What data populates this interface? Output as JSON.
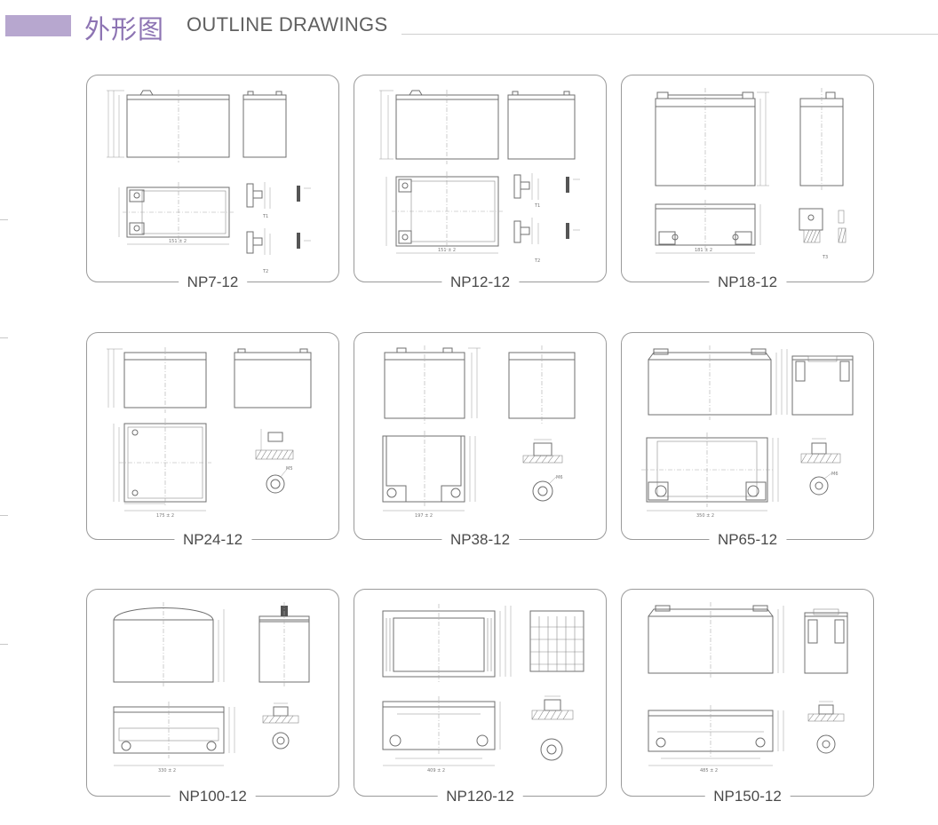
{
  "header": {
    "title_cn": "外形图",
    "title_en": "OUTLINE DRAWINGS"
  },
  "colors": {
    "accent": "#8d74b3",
    "accent_bar": "#b7a7cf",
    "border": "#9a9a9a"
  },
  "panels": [
    {
      "id": "np7-12",
      "model": "NP7-12",
      "dims": [
        "151 ± 2"
      ],
      "terminals": [
        "T1",
        "T2"
      ]
    },
    {
      "id": "np12-12",
      "model": "NP12-12",
      "dims": [
        "151 ± 2"
      ],
      "terminals": [
        "T1",
        "T2"
      ]
    },
    {
      "id": "np18-12",
      "model": "NP18-12",
      "dims": [
        "181 ± 2"
      ],
      "terminals": [
        "T3"
      ]
    },
    {
      "id": "np24-12",
      "model": "NP24-12",
      "dims": [
        "175 ± 2",
        "M5"
      ],
      "terminals": []
    },
    {
      "id": "np38-12",
      "model": "NP38-12",
      "dims": [
        "197 ± 2",
        "M6"
      ],
      "terminals": []
    },
    {
      "id": "np65-12",
      "model": "NP65-12",
      "dims": [
        "350 ± 2",
        "M6"
      ],
      "terminals": []
    },
    {
      "id": "np100-12",
      "model": "NP100-12",
      "dims": [
        "330 ± 2"
      ],
      "terminals": []
    },
    {
      "id": "np120-12",
      "model": "NP120-12",
      "dims": [
        "409 ± 2"
      ],
      "terminals": []
    },
    {
      "id": "np150-12",
      "model": "NP150-12",
      "dims": [
        "485 ± 2"
      ],
      "terminals": []
    }
  ]
}
